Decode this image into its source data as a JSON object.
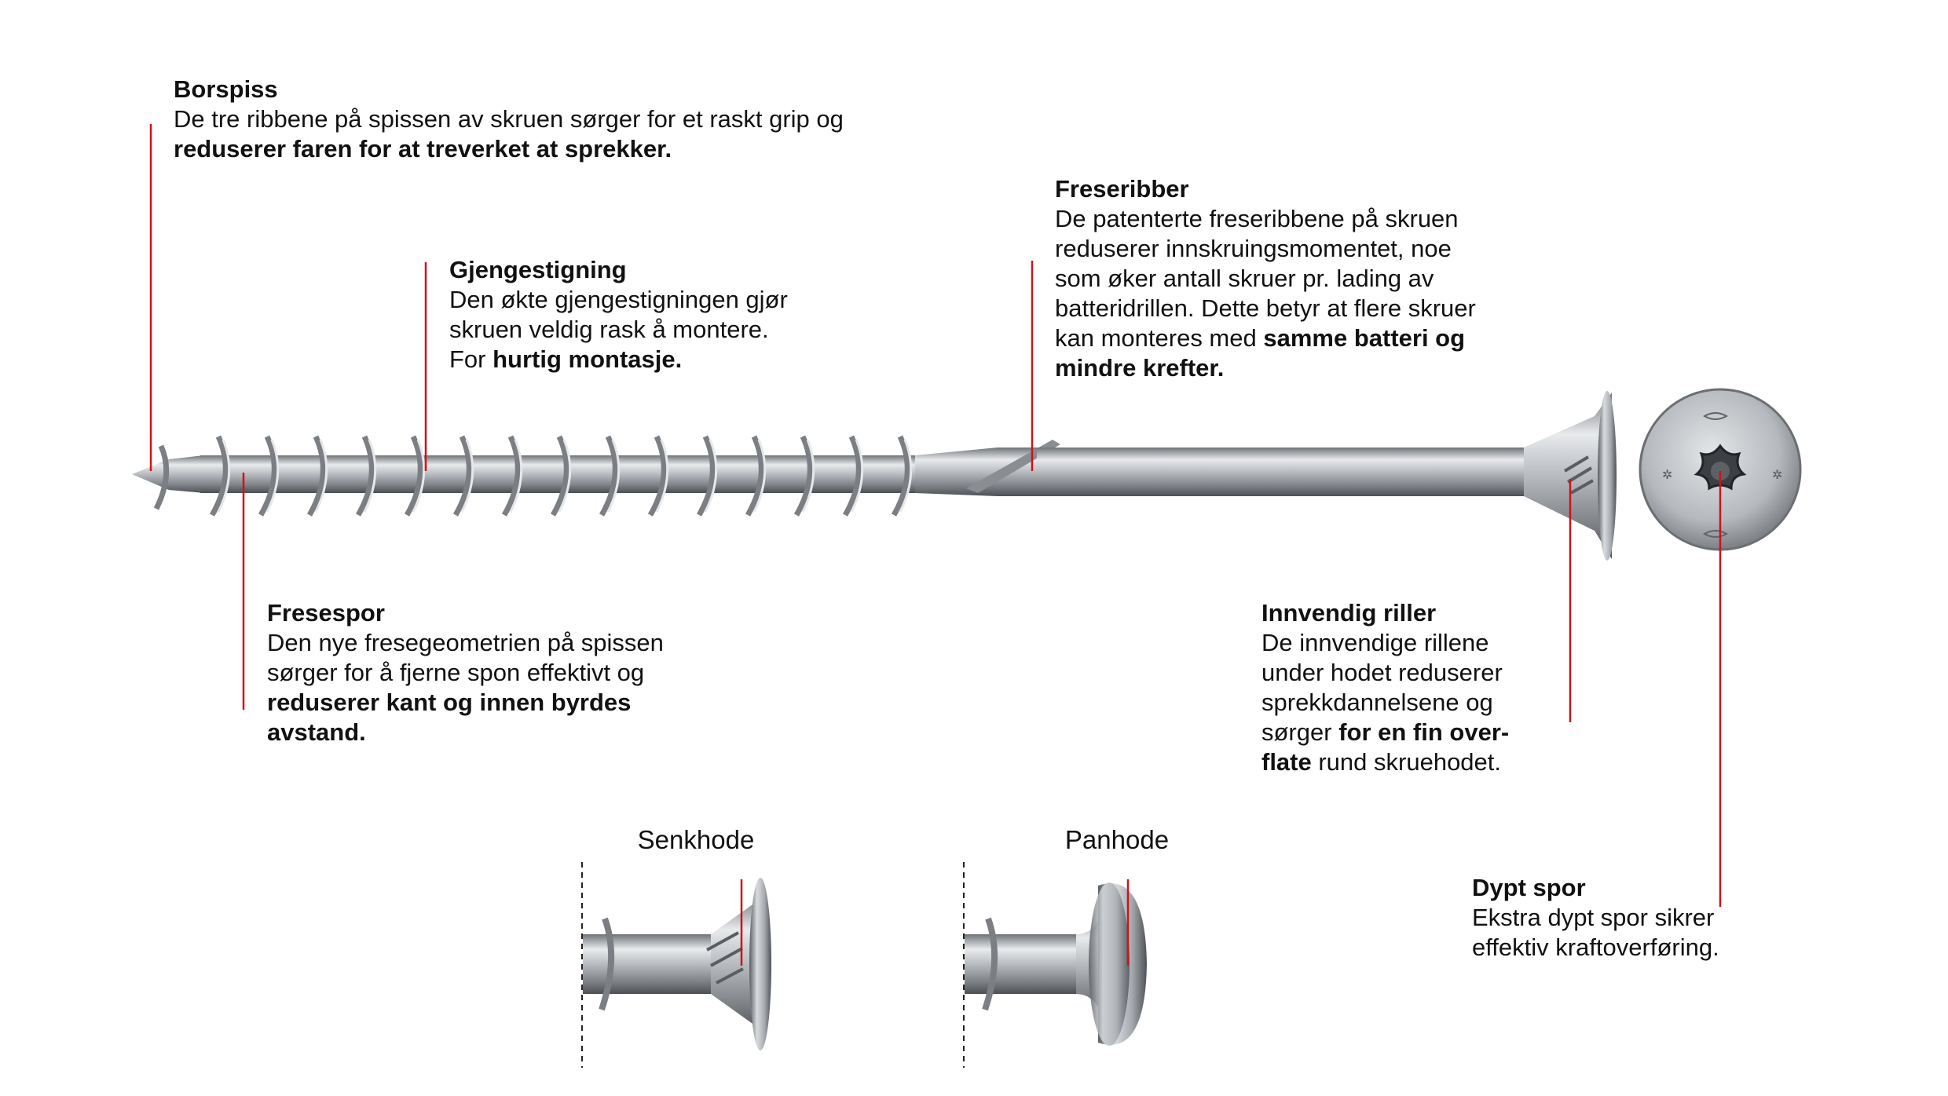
{
  "accent_color": "#d0121b",
  "callouts": {
    "borspiss": {
      "title": "Borspiss",
      "line1": "De tre ribbene på spissen av skruen sørger for et raskt grip og",
      "line2_bold": "reduserer faren for at treverket at sprekker."
    },
    "gjengestigning": {
      "title": "Gjengestigning",
      "line1": "Den økte gjengestigningen gjør",
      "line2": "skruen veldig rask å montere.",
      "line3_pre": "For ",
      "line3_bold": "hurtig montasje."
    },
    "freseribber": {
      "title": "Freseribber",
      "line1": "De patenterte freseribbene på skruen",
      "line2": "reduserer innskruingsmomentet, noe",
      "line3": "som øker antall skruer pr. lading av",
      "line4": "batteridrillen. Dette betyr at flere skruer",
      "line5_pre": "kan monteres med ",
      "line5_bold": "samme batteri og",
      "line6_bold": "mindre krefter."
    },
    "fresespor": {
      "title": "Fresespor",
      "line1": "Den nye fresegeometrien på spissen",
      "line2": "sørger for å fjerne spon effektivt og",
      "line3_bold": "reduserer kant og innen byrdes",
      "line4_bold": "avstand."
    },
    "innvendig": {
      "title": "Innvendig riller",
      "line1": "De innvendige rillene",
      "line2": "under hodet reduserer",
      "line3": "sprekkdannelsene og",
      "line4_pre": "sørger ",
      "line4_bold": "for en fin over-",
      "line5_bold": "flate",
      "line5_post": " rund skruehodet."
    },
    "dypt_spor": {
      "title": "Dypt spor",
      "line1": "Ekstra dypt spor  sikrer",
      "line2": "effektiv kraftoverføring."
    }
  },
  "variants": {
    "senkhode": "Senkhode",
    "panhode": "Panhode"
  },
  "icons": {
    "screw": "screw-illustration",
    "head_top": "torx-head-icon",
    "senkhode": "countersunk-head-icon",
    "panhode": "pan-head-icon"
  }
}
